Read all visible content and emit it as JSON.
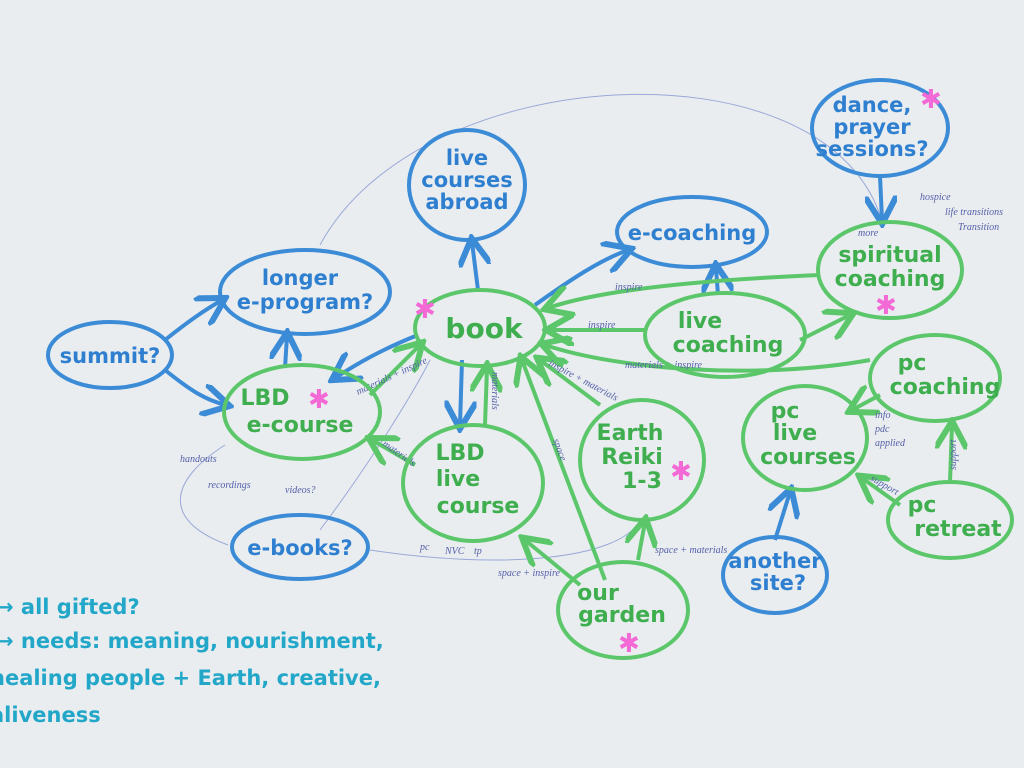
{
  "colors": {
    "blue": "#3b8bd6",
    "green": "#5cc76a",
    "pink_star": "#f36ad6",
    "note_teal": "#22a7c9",
    "paper": "#e9edf0"
  },
  "nodes": {
    "dance": [
      "dance,",
      "prayer",
      "sessions?"
    ],
    "abroad": [
      "live",
      "courses",
      "abroad"
    ],
    "ecoaching": [
      "e-coaching"
    ],
    "spiritual": [
      "spiritual",
      "coaching"
    ],
    "longer": [
      "longer",
      "e-program?"
    ],
    "book": [
      "book"
    ],
    "livecoaching": [
      "live",
      "coaching"
    ],
    "summit": [
      "summit?"
    ],
    "pccoaching": [
      "pc",
      "coaching"
    ],
    "lbdecourse": [
      "LBD",
      "e-course"
    ],
    "reiki": [
      "Earth",
      "Reiki",
      "1-3"
    ],
    "pclive": [
      "pc",
      "live",
      "courses"
    ],
    "lbdlive": [
      "LBD",
      "live",
      "course"
    ],
    "pcretreat": [
      "pc",
      "retreat"
    ],
    "ebooks": [
      "e-books?"
    ],
    "another": [
      "another",
      "site?"
    ],
    "garden": [
      "our",
      "garden"
    ]
  },
  "edge_labels": {
    "materials_inspire": "materials + inspire",
    "inspire1": "inspire",
    "inspire2": "inspire",
    "materials_inspire2": "materials + inspire",
    "inspire_materials": "inspire + materials",
    "materials1": "materials",
    "materials2": "materials",
    "space1": "space",
    "space_inspire": "space + inspire",
    "space_materials": "space + materials",
    "more": "more",
    "hospice": "hospice",
    "life_transitions": "life transitions",
    "transition": "Transition",
    "info": "info",
    "pdc": "pdc",
    "applied": "applied",
    "support1": "support",
    "support2": "support",
    "handouts": "handouts",
    "recordings": "recordings",
    "videos": "videos?",
    "pc": "pc",
    "nvc": "NVC",
    "tp": "tp"
  },
  "notes": [
    "→ all gifted?",
    "→ needs: meaning, nourishment,",
    "healing people + Earth, creative,",
    "aliveness"
  ],
  "starred": [
    "dance",
    "spiritual",
    "book",
    "lbdecourse",
    "reiki",
    "garden"
  ]
}
